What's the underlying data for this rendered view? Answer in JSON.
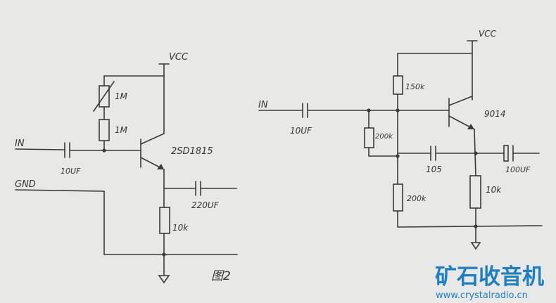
{
  "labels": {
    "vcc_left": "VCC",
    "vcc_right": "VCC",
    "in_left": "IN",
    "in_right": "IN",
    "gnd": "GND",
    "r_top_left": "1M",
    "r_bottom_left": "1M",
    "q_left": "2SD1815",
    "c_in_left": "10UF",
    "c_out_left": "220UF",
    "r_emit_left": "10k",
    "fig": "图2",
    "r_top_right": "150k",
    "q_right": "9014",
    "c_in_right": "10UF",
    "r_mid_right": "200k",
    "c_mid_right": "105",
    "c_out_right": "100UF",
    "r_bot_right": "200k",
    "r_emit_right": "10k"
  },
  "watermark": {
    "title": "矿石收音机",
    "url": "www.crystalradio.cn",
    "color": "#1e7fc2"
  }
}
